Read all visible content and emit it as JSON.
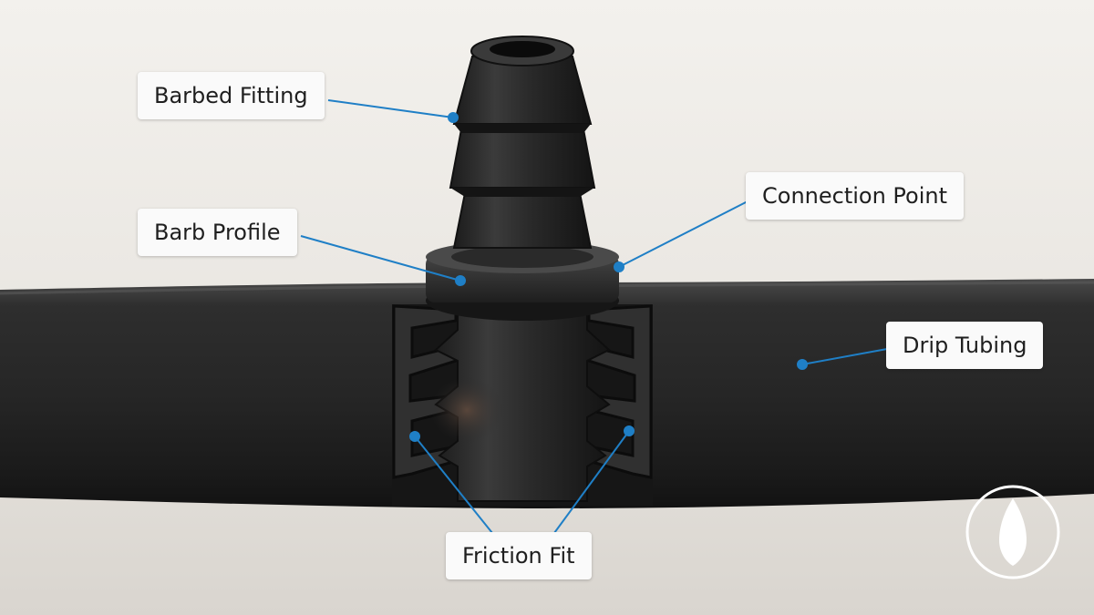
{
  "labels": {
    "barbed_fitting": "Barbed Fitting",
    "barb_profile": "Barb Profile",
    "connection_point": "Connection Point",
    "drip_tubing": "Drip Tubing",
    "friction_fit": "Friction Fit"
  },
  "colors": {
    "background": "#ece9e4",
    "tubing": "#262626",
    "fitting": "#2c2c2c",
    "leader_line": "#1f7fc6",
    "label_bg": "#fafafa",
    "label_text": "#1f1f1f",
    "logo": "#ffffff"
  },
  "icons": {
    "logo": "drop-emblem-icon"
  }
}
